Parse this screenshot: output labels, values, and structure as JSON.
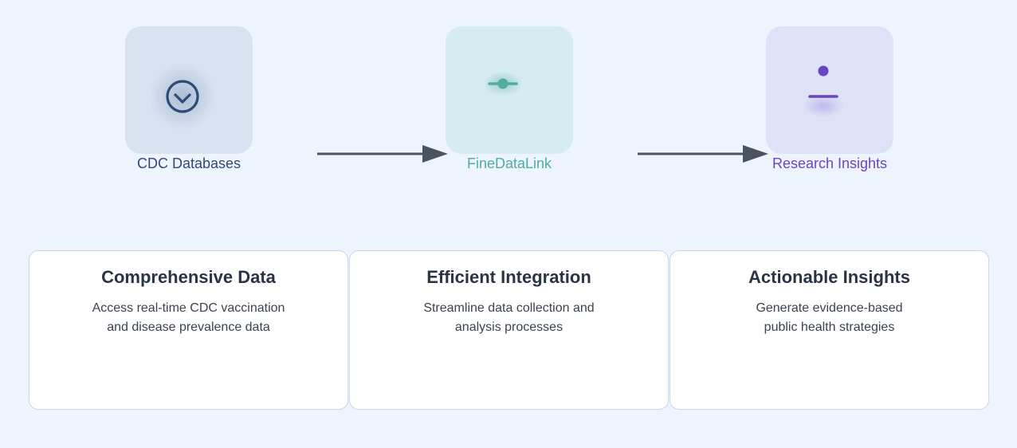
{
  "flow": {
    "nodes": [
      {
        "label": "CDC Databases",
        "icon": "chevron-down-circle-icon",
        "color": "#2f4b75"
      },
      {
        "label": "FineDataLink",
        "icon": "link-node-icon",
        "color": "#4fada3"
      },
      {
        "label": "Research Insights",
        "icon": "insight-person-icon",
        "color": "#6a44c4"
      }
    ]
  },
  "cards": [
    {
      "title": "Comprehensive Data",
      "description": "Access real-time CDC vaccination and disease prevalence data"
    },
    {
      "title": "Efficient Integration",
      "description": "Streamline data collection and analysis processes"
    },
    {
      "title": "Actionable Insights",
      "description": "Generate evidence-based public health strategies"
    }
  ]
}
